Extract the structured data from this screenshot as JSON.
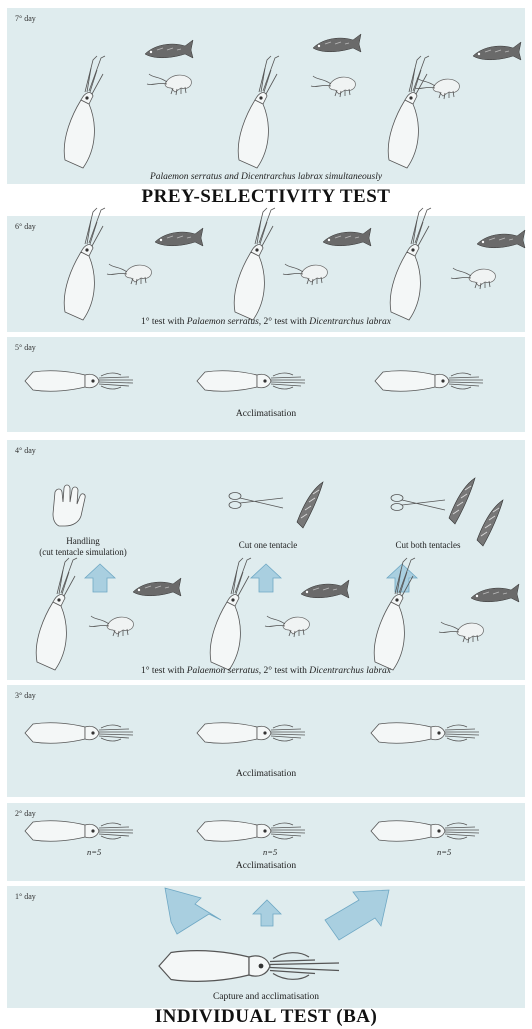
{
  "panels": {
    "day7": {
      "day": "7° day",
      "caption": "Palaemon serratus and Dicentrarchus labrax simultaneously",
      "banner": "PREY-SELECTIVITY TEST"
    },
    "day6": {
      "day": "6° day",
      "caption_pre1": "1° test with ",
      "caption_prey1": "Palaemon serratus",
      "caption_mid": ", 2° test with ",
      "caption_prey2": "Dicentrarchus labrax"
    },
    "day5": {
      "day": "5° day",
      "caption": "Acclimatisation"
    },
    "day4": {
      "day": "4° day",
      "label_handling_1": "Handling",
      "label_handling_2": "(cut tentacle simulation)",
      "label_cut_one": "Cut one tentacle",
      "label_cut_both": "Cut both tentacles",
      "caption_pre1": "1° test with ",
      "caption_prey1": "Palaemon serratus",
      "caption_mid": ", 2° test with ",
      "caption_prey2": "Dicentrarchus labrax"
    },
    "day3": {
      "day": "3° day",
      "caption": "Acclimatisation"
    },
    "day2": {
      "day": "2° day",
      "n_left": "n=5",
      "n_mid": "n=5",
      "n_right": "n=5",
      "caption": "Acclimatisation"
    },
    "day1": {
      "day": "1° day",
      "caption": "Capture and acclimatisation",
      "banner": "INDIVIDUAL TEST (BA)"
    }
  },
  "colors": {
    "panel_bg": "#dfecee",
    "arrow_fill": "#a9cfe0"
  }
}
